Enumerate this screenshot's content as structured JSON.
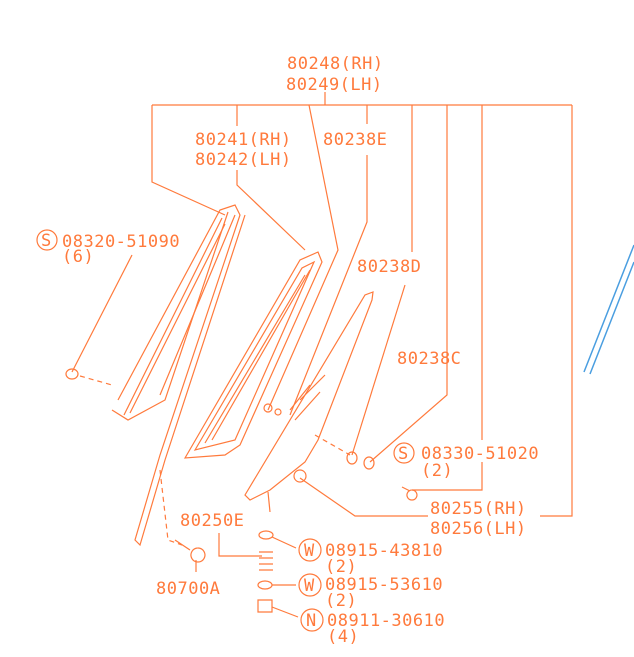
{
  "diagram": {
    "color": "#ff7a3c",
    "callouts": {
      "assembly_rh": "80248(RH)",
      "assembly_lh": "80249(LH)",
      "frame_rh": "80241(RH)",
      "frame_lh": "80242(LH)",
      "part_80238e": "80238E",
      "part_80238d": "80238D",
      "part_80238c": "80238C",
      "screw_a_prefix": "S",
      "screw_a": "08320-51090",
      "screw_a_qty": "(6)",
      "screw_b_prefix": "S",
      "screw_b": "08330-51020",
      "screw_b_qty": "(2)",
      "hinge_rh": "80255(RH)",
      "hinge_lh": "80256(LH)",
      "part_80250e": "80250E",
      "washer_a_prefix": "W",
      "washer_a": "08915-43810",
      "washer_a_qty": "(2)",
      "washer_b_prefix": "W",
      "washer_b": "08915-53610",
      "washer_b_qty": "(2)",
      "nut_prefix": "N",
      "nut": "08911-30610",
      "nut_qty": "(4)",
      "bolt": "80700A"
    }
  }
}
